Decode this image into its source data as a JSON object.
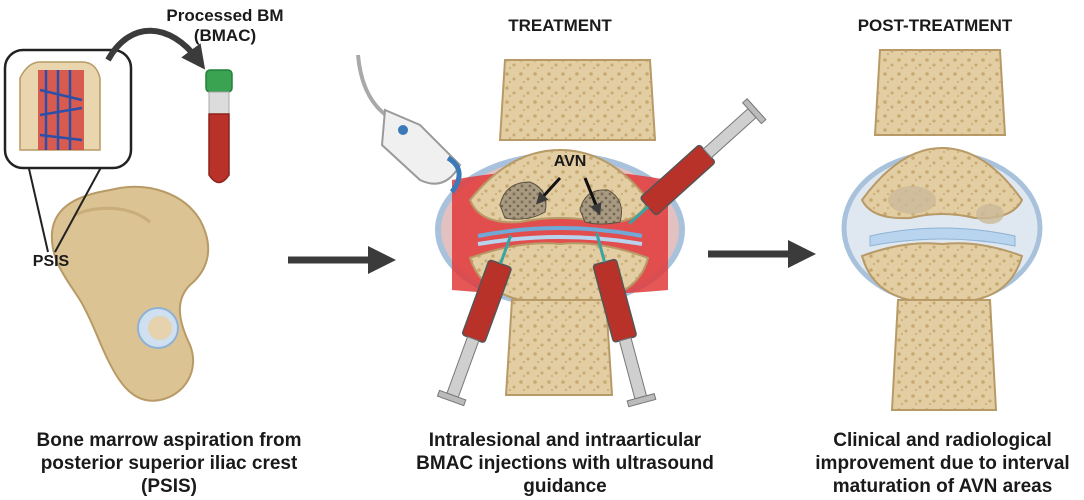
{
  "panels": {
    "harvest": {
      "product_label_1": "Processed BM",
      "product_label_2": "(BMAC)",
      "site_label": "PSIS",
      "caption_1": "Bone marrow aspiration from",
      "caption_2": "posterior superior iliac crest",
      "caption_3": "(PSIS)"
    },
    "treatment": {
      "heading": "TREATMENT",
      "lesion_label": "AVN",
      "caption_1": "Intralesional and intraarticular",
      "caption_2": "BMAC injections with ultrasound",
      "caption_3": "guidance"
    },
    "post": {
      "heading": "POST-TREATMENT",
      "caption_1": "Clinical and radiological",
      "caption_2": "improvement due to interval",
      "caption_3": "maturation of AVN areas"
    }
  },
  "colors": {
    "bone": "#dcc394",
    "bone_outline": "#b89a66",
    "cartilage": "#b8d4ee",
    "inflammation": "#e23a3a",
    "blood": "#b8322a",
    "cap": "#3aa352",
    "arrow": "#3b3b3b"
  }
}
